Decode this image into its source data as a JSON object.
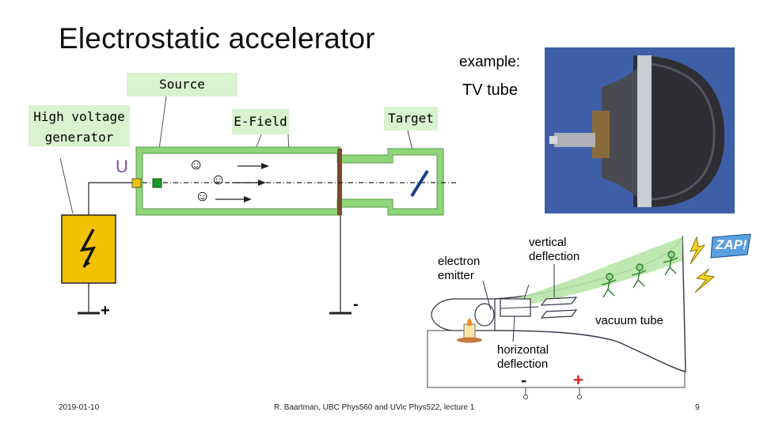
{
  "title": "Electrostatic accelerator",
  "example_label": "example:",
  "tv_tube_label": "TV tube",
  "labels": {
    "source": "Source",
    "high_voltage_line1": "High voltage",
    "high_voltage_line2": "generator",
    "e_field": "E-Field",
    "target": "Target",
    "u_symbol": "U",
    "plus_left": "+",
    "minus_left": "-",
    "electron_emitter_line1": "electron",
    "electron_emitter_line2": "emitter",
    "vertical_deflection_line1": "vertical",
    "vertical_deflection_line2": "deflection",
    "vacuum_tube": "vacuum tube",
    "horizontal_deflection_line1": "horizontal",
    "horizontal_deflection_line2": "deflection",
    "minus_right": "-",
    "plus_right": "+",
    "zap": "ZAP!",
    "smiley": "☺"
  },
  "footer": {
    "date": "2019-01-10",
    "credit": "R. Baartman, UBC Phys560 and UVic Phys522, lecture 1",
    "page_number": "9"
  },
  "colors": {
    "label_box_bg": "#d9f2d0",
    "tube_green": "#8fd67a",
    "generator_yellow": "#f2c200",
    "plus_red": "#e0202a",
    "u_purple": "#7b4fa0"
  }
}
